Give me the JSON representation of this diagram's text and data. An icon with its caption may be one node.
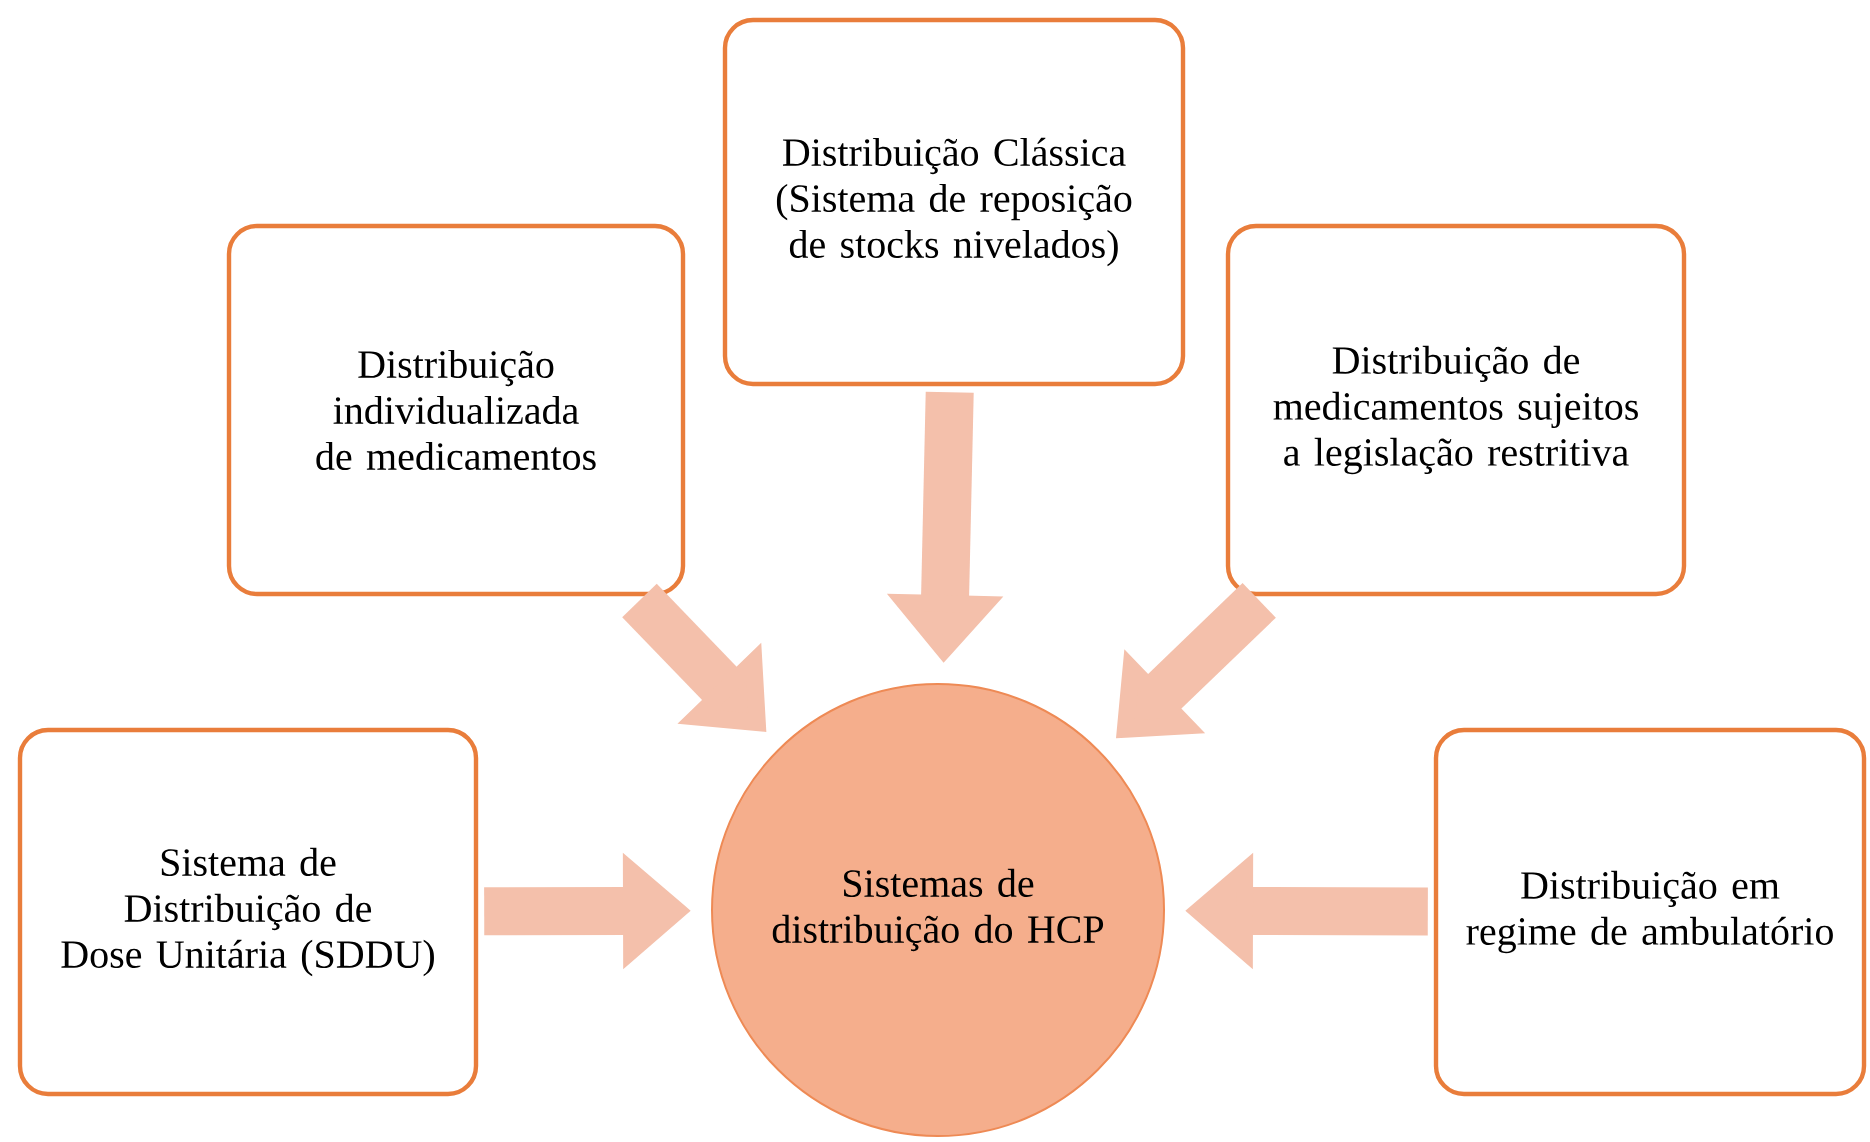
{
  "diagram": {
    "nodes": [
      {
        "text": [
          "Sistemas de distribuição do HCP"
        ]
      },
      {
        "text": [
          "Distribuição individualizada de medicamentos"
        ]
      },
      {
        "text": [
          "Distribuição Clássica (Sistema de reposição de stocks nivelados)"
        ]
      },
      {
        "text": [
          "Distribuição de medicamentos sujeitos a legislação restritiva"
        ]
      },
      {
        "text": [
          "Sistema de Distribuição de Dose Unitária (SDDU)"
        ]
      },
      {
        "text": [
          "Distribuição em regime de ambulatório"
        ]
      }
    ],
    "edges": [
      {
        "from": 1,
        "to": 0,
        "arrow": "to"
      },
      {
        "from": 2,
        "to": 0,
        "arrow": "to"
      },
      {
        "from": 3,
        "to": 0,
        "arrow": "to"
      },
      {
        "from": 4,
        "to": 0,
        "arrow": "to"
      },
      {
        "from": 5,
        "to": 0,
        "arrow": "to"
      }
    ]
  }
}
